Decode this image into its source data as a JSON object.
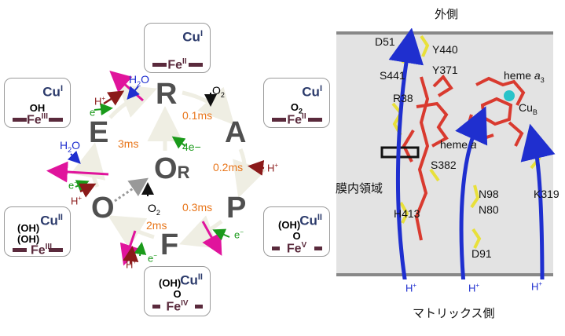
{
  "cycle": {
    "states": {
      "R": "R",
      "A": "A",
      "P": "P",
      "F": "F",
      "O": "O",
      "E": "E",
      "OR_main": "O",
      "OR_sub": "R"
    },
    "times": {
      "RA": "0.1ms",
      "AP": "0.2ms",
      "PF": "0.3ms",
      "FO": "2ms",
      "OE": "3ms"
    },
    "e4": "4e−",
    "inputs": {
      "o2": "O",
      "o2_sub": "2",
      "o2_b": "O",
      "o2_b_sub": "2",
      "h2o_top": "H",
      "h2o_top_sub": "2",
      "h2o_top_o": "O",
      "h2o_left": "H",
      "h2o_left_sub": "2",
      "h2o_left_o": "O",
      "hp_top": "H",
      "hp_top_sup": "+",
      "hp_left": "H",
      "hp_left_sup": "+",
      "hp_a": "H",
      "hp_a_sup": "+",
      "hp_f": "H",
      "hp_f_sup": "+",
      "e_top": "e",
      "e_top_sup": "−",
      "e_left": "e",
      "e_left_sup": "−",
      "e_p": "e",
      "e_p_sup": "−",
      "e_f": "e",
      "e_f_sup": "−"
    }
  },
  "boxes": {
    "R": {
      "cu": "Cu",
      "cu_ox": "I",
      "fe": "Fe",
      "fe_ox": "II",
      "lig": ""
    },
    "A": {
      "cu": "Cu",
      "cu_ox": "I",
      "fe": "Fe",
      "fe_ox": "II",
      "lig": "O",
      "lig_sub": "2"
    },
    "P": {
      "cu": "Cu",
      "cu_ox": "II",
      "fe": "Fe",
      "fe_ox": "V",
      "lig": "(OH)",
      "lig2": "O"
    },
    "F": {
      "cu": "Cu",
      "cu_ox": "II",
      "fe": "Fe",
      "fe_ox": "IV",
      "lig": "(OH)",
      "lig2": "O"
    },
    "O": {
      "cu": "Cu",
      "cu_ox": "II",
      "fe": "Fe",
      "fe_ox": "III",
      "lig": "(OH)",
      "lig2": "(OH)"
    },
    "E": {
      "cu": "Cu",
      "cu_ox": "I",
      "fe": "Fe",
      "fe_ox": "III",
      "lig": "OH"
    }
  },
  "protein": {
    "outside": "外側",
    "matrix": "マトリックス側",
    "membrane": "膜内領域",
    "residues": {
      "D51": "D51",
      "Y440": "Y440",
      "Y371": "Y371",
      "S441": "S441",
      "R38": "R38",
      "S382": "S382",
      "N98": "N98",
      "N80": "N80",
      "K319": "K319",
      "H413": "H413",
      "D91": "D91"
    },
    "heme_a3": "heme ",
    "heme_a3_it": "a",
    "heme_a3_sub": "3",
    "heme_a": "heme ",
    "heme_a_it": "a",
    "cub": "Cu",
    "cub_sub": "B",
    "hplus": [
      "H",
      "H",
      "H"
    ],
    "hplus_sup": "+"
  },
  "colors": {
    "arrow_magenta": "#e0149c",
    "arrow_blue": "#1f2fcf",
    "electron_green": "#1a9a1a",
    "proton_red": "#8b1a1a",
    "heme_red": "#d93a2f",
    "residue_yellow": "#e8e03a",
    "cu_cyan": "#29c3c9",
    "membrane_gray": "#e3e3e3"
  }
}
